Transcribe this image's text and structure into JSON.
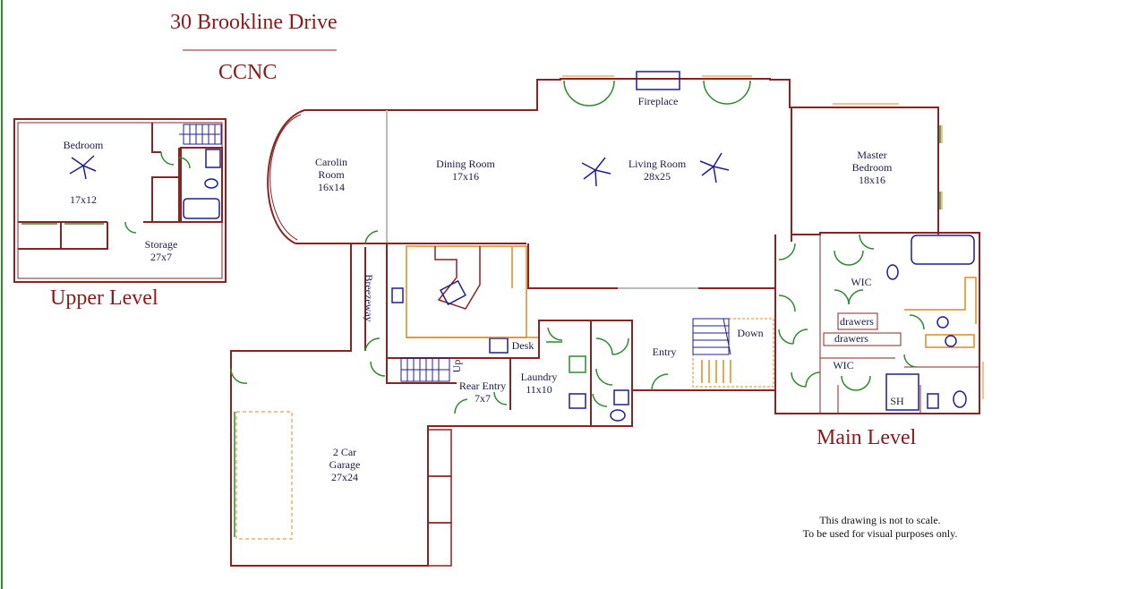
{
  "header": {
    "title": "30 Brookline Drive",
    "subtitle": "CCNC"
  },
  "levels": {
    "upper": "Upper Level",
    "main": "Main Level"
  },
  "upper_rooms": {
    "bedroom": {
      "name": "Bedroom",
      "size": "17x12"
    },
    "storage": {
      "name": "Storage",
      "size": "27x7"
    }
  },
  "main_rooms": {
    "carolin": {
      "name1": "Carolin",
      "name2": "Room",
      "size": "16x14"
    },
    "dining": {
      "name": "Dining Room",
      "size": "17x16"
    },
    "living": {
      "name": "Living Room",
      "size": "28x25"
    },
    "master": {
      "name1": "Master",
      "name2": "Bedroom",
      "size": "18x16"
    },
    "fireplace": "Fireplace",
    "breezeway": "Breezeway",
    "desk": "Desk",
    "entry": "Entry",
    "down": "Down",
    "up": "Up",
    "rear_entry": {
      "name": "Rear Entry",
      "size": "7x7"
    },
    "laundry": {
      "name": "Laundry",
      "size": "11x10"
    },
    "garage": {
      "name1": "2 Car",
      "name2": "Garage",
      "size": "27x24"
    },
    "wic_upper": "WIC",
    "wic_lower": "WIC",
    "drawers1": "drawers",
    "drawers2": "drawers",
    "shower": "SH"
  },
  "disclaimer": {
    "line1": "This drawing is not to scale.",
    "line2": "To be used for visual purposes only."
  },
  "colors": {
    "wall": "#8b2323",
    "door": "#2e8b2e",
    "fixture": "#1f1f8f",
    "counter": "#e08a1e",
    "title": "#8b1a1a"
  }
}
